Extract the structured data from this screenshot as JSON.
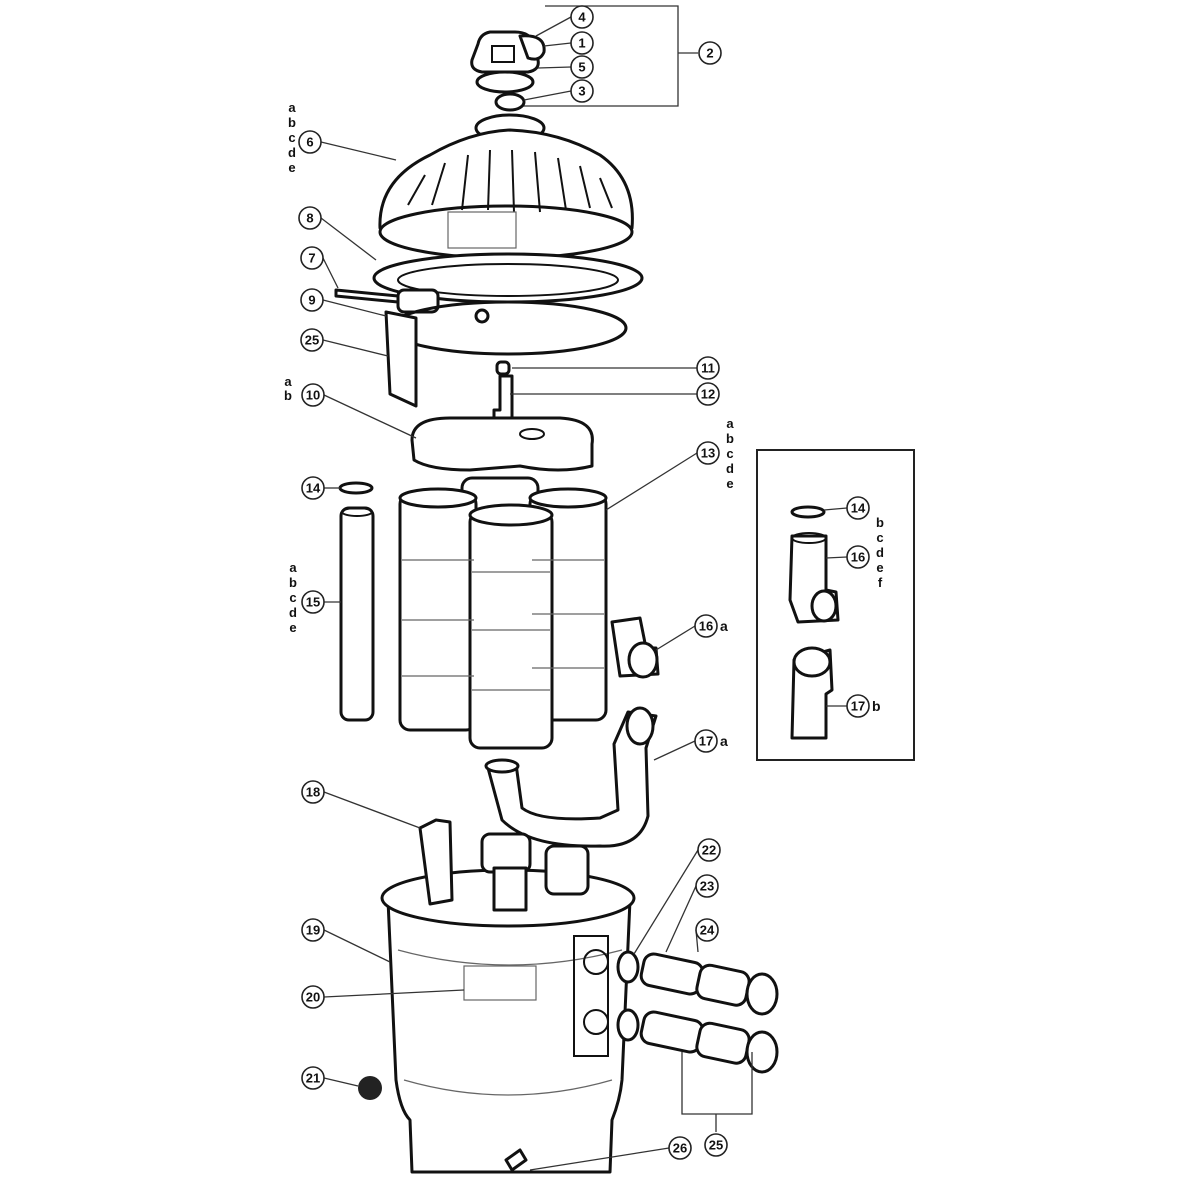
{
  "diagram": {
    "callouts": [
      {
        "id": "4",
        "label": "4"
      },
      {
        "id": "1",
        "label": "1"
      },
      {
        "id": "5",
        "label": "5"
      },
      {
        "id": "3",
        "label": "3"
      },
      {
        "id": "2",
        "label": "2"
      },
      {
        "id": "6",
        "label": "6"
      },
      {
        "id": "8",
        "label": "8"
      },
      {
        "id": "7",
        "label": "7"
      },
      {
        "id": "9",
        "label": "9"
      },
      {
        "id": "25a",
        "label": "25"
      },
      {
        "id": "10",
        "label": "10"
      },
      {
        "id": "11",
        "label": "11"
      },
      {
        "id": "12",
        "label": "12"
      },
      {
        "id": "13",
        "label": "13"
      },
      {
        "id": "14",
        "label": "14"
      },
      {
        "id": "15",
        "label": "15"
      },
      {
        "id": "16",
        "label": "16",
        "suffix": "a"
      },
      {
        "id": "17",
        "label": "17",
        "suffix": "a"
      },
      {
        "id": "18",
        "label": "18"
      },
      {
        "id": "19",
        "label": "19"
      },
      {
        "id": "20",
        "label": "20"
      },
      {
        "id": "21",
        "label": "21"
      },
      {
        "id": "22",
        "label": "22"
      },
      {
        "id": "23",
        "label": "23"
      },
      {
        "id": "24",
        "label": "24"
      },
      {
        "id": "25b",
        "label": "25"
      },
      {
        "id": "26",
        "label": "26"
      },
      {
        "id": "i14",
        "label": "14"
      },
      {
        "id": "i16",
        "label": "16"
      },
      {
        "id": "i17",
        "label": "17",
        "suffix": "b"
      }
    ],
    "variant_letters": [
      {
        "id": "v6",
        "letters": [
          "a",
          "b",
          "c",
          "d",
          "e"
        ]
      },
      {
        "id": "v10",
        "letters": [
          "a",
          "b"
        ]
      },
      {
        "id": "v13",
        "letters": [
          "a",
          "b",
          "c",
          "d",
          "e"
        ]
      },
      {
        "id": "v15",
        "letters": [
          "a",
          "b",
          "c",
          "d",
          "e"
        ]
      },
      {
        "id": "vi16",
        "letters": [
          "b",
          "c",
          "d",
          "e",
          "f"
        ]
      }
    ]
  }
}
